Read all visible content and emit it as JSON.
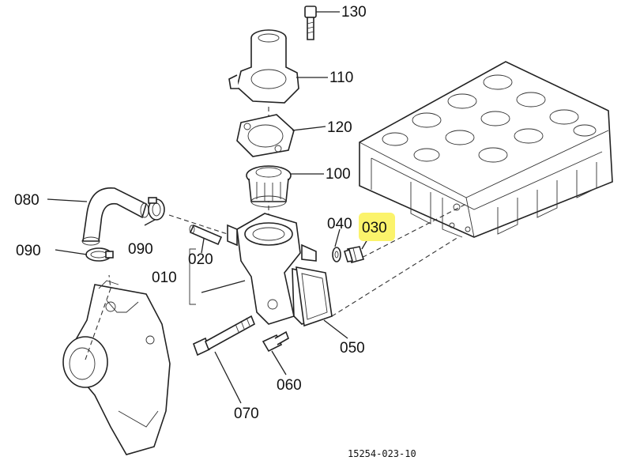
{
  "drawing_id": "15254-023-10",
  "highlight_color": "#fbf36b",
  "callouts": [
    {
      "key": "p130",
      "label": "130"
    },
    {
      "key": "p110",
      "label": "110"
    },
    {
      "key": "p120",
      "label": "120"
    },
    {
      "key": "p100",
      "label": "100"
    },
    {
      "key": "p080",
      "label": "080"
    },
    {
      "key": "p090a",
      "label": "090"
    },
    {
      "key": "p090b",
      "label": "090"
    },
    {
      "key": "p020",
      "label": "020"
    },
    {
      "key": "p010",
      "label": "010"
    },
    {
      "key": "p040",
      "label": "040"
    },
    {
      "key": "p030",
      "label": "030",
      "highlighted": true
    },
    {
      "key": "p050",
      "label": "050"
    },
    {
      "key": "p060",
      "label": "060"
    },
    {
      "key": "p070",
      "label": "070"
    }
  ]
}
